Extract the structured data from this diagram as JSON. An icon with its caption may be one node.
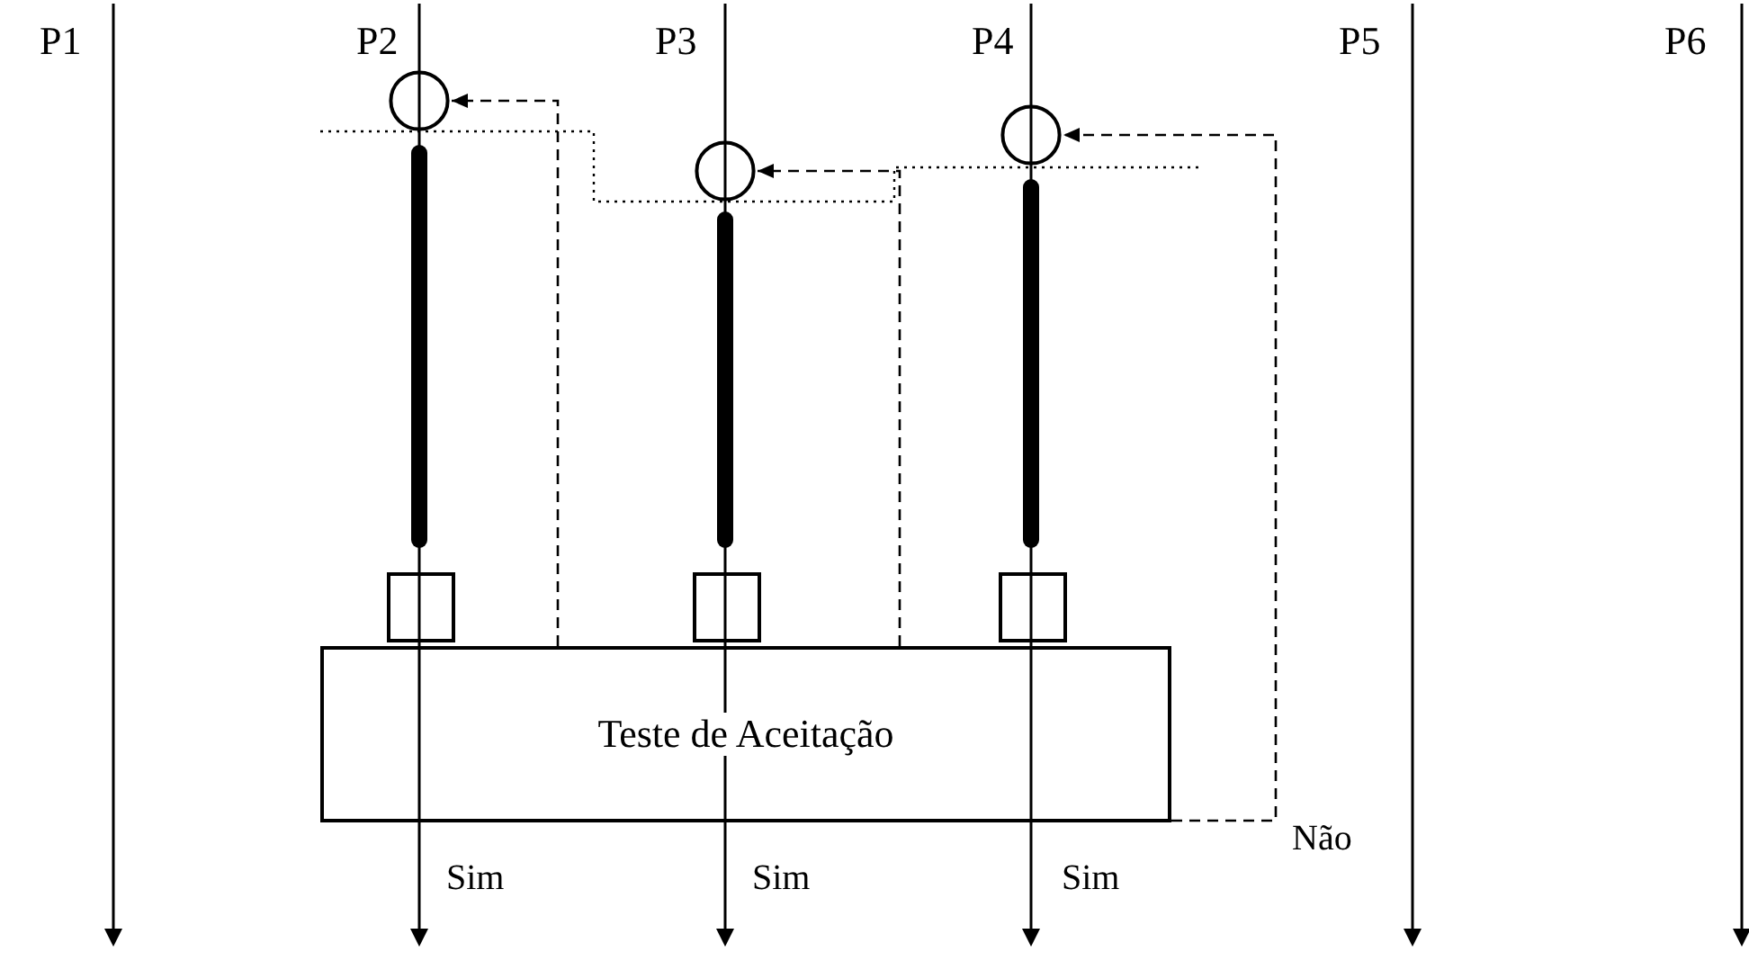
{
  "diagram": {
    "nodes": [
      {
        "text": [
          "Teste de Aceitação"
        ]
      },
      {
        "text": [],
        "shape": "circle"
      },
      {
        "text": [],
        "shape": "circle"
      },
      {
        "text": [],
        "shape": "circle"
      },
      {
        "text": [],
        "shape": "box"
      },
      {
        "text": [],
        "shape": "box"
      },
      {
        "text": [],
        "shape": "box"
      }
    ],
    "edges": [
      {
        "from": 0,
        "to": 1,
        "arrow": "to",
        "style": "dashed"
      },
      {
        "from": 0,
        "to": 2,
        "arrow": "to",
        "style": "dashed"
      },
      {
        "from": 0,
        "to": 3,
        "arrow": "to",
        "style": "dashed",
        "label": "Não"
      }
    ],
    "labels": [
      "P1",
      "P2",
      "P3",
      "P4",
      "P5",
      "P6",
      "Sim",
      "Sim",
      "Sim"
    ]
  }
}
